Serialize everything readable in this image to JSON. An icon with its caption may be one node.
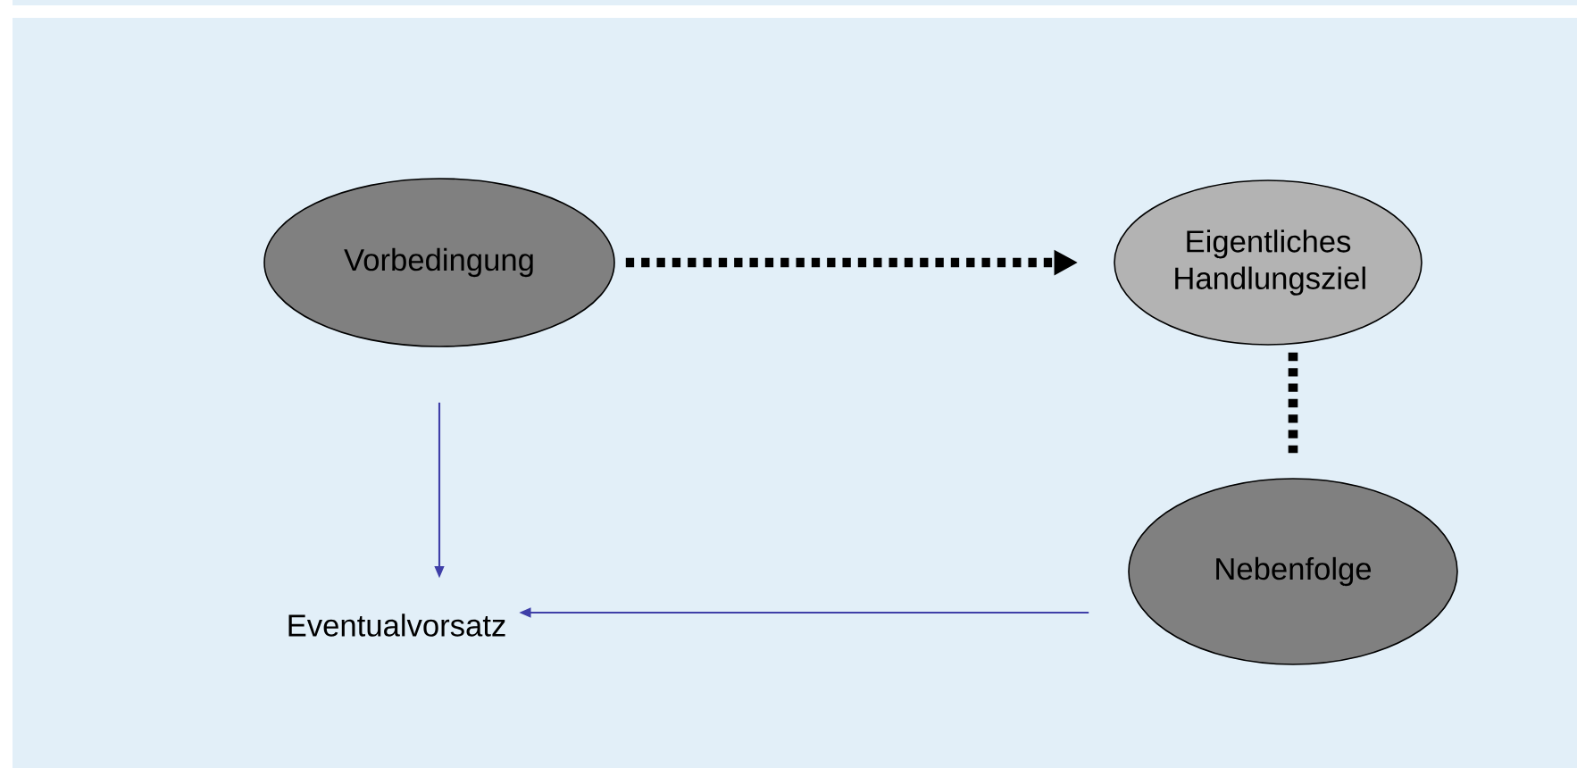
{
  "diagram": {
    "nodes": [
      {
        "text": [
          "Vorbedingung"
        ]
      },
      {
        "text": [
          "Eigentliches Handlungsziel"
        ]
      },
      {
        "text": [
          "Nebenfolge"
        ]
      },
      {
        "text": [
          "Eventualvorsatz"
        ]
      }
    ],
    "edges": [
      {
        "from": 0,
        "to": 1,
        "arrow": "to",
        "style": "dashed",
        "color": "#000000"
      },
      {
        "from": 1,
        "to": 2,
        "arrow": "none",
        "style": "dashed",
        "color": "#000000"
      },
      {
        "from": 0,
        "to": 3,
        "arrow": "to",
        "color": "#3f3fa8"
      },
      {
        "from": 2,
        "to": 3,
        "arrow": "to",
        "color": "#3f3fa8"
      }
    ]
  }
}
